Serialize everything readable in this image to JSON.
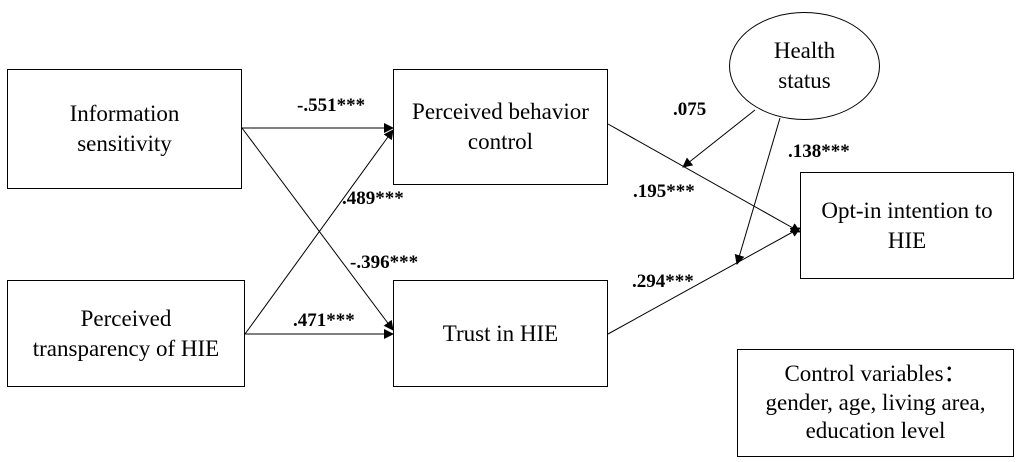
{
  "nodes": {
    "info_sensitivity": "Information\nsensitivity",
    "perceived_transparency": "Perceived\ntransparency of HIE",
    "perceived_behavior_control": "Perceived behavior\ncontrol",
    "trust": "Trust in HIE",
    "health_status": "Health\nstatus",
    "opt_in": "Opt-in intention to\nHIE",
    "controls": "Control variables：\ngender, age, living area,\neducation level"
  },
  "paths": {
    "info_to_pbc": "-.551***",
    "trans_to_pbc": ".489***",
    "info_to_trust": "-.396***",
    "trans_to_trust": ".471***",
    "health_to_pbc_path": ".075",
    "health_to_trust_path": ".138***",
    "pbc_to_optin": ".195***",
    "trust_to_optin": ".294***"
  }
}
